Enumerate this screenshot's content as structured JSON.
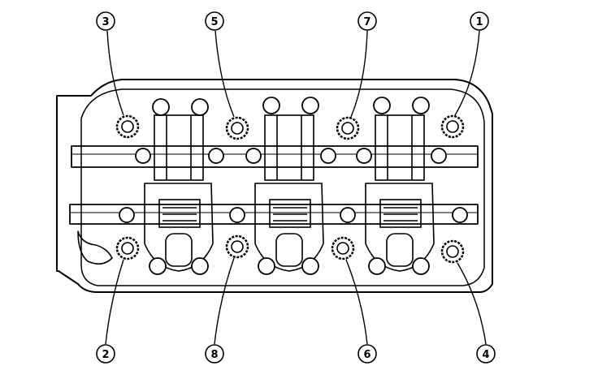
{
  "colors": {
    "ink": "#000000",
    "paper": "#ffffff"
  },
  "callouts": [
    {
      "id": "c3",
      "label": "3"
    },
    {
      "id": "c5",
      "label": "5"
    },
    {
      "id": "c7",
      "label": "7"
    },
    {
      "id": "c1",
      "label": "1"
    },
    {
      "id": "c2",
      "label": "2"
    },
    {
      "id": "c8",
      "label": "8"
    },
    {
      "id": "c6",
      "label": "6"
    },
    {
      "id": "c4",
      "label": "4"
    }
  ]
}
